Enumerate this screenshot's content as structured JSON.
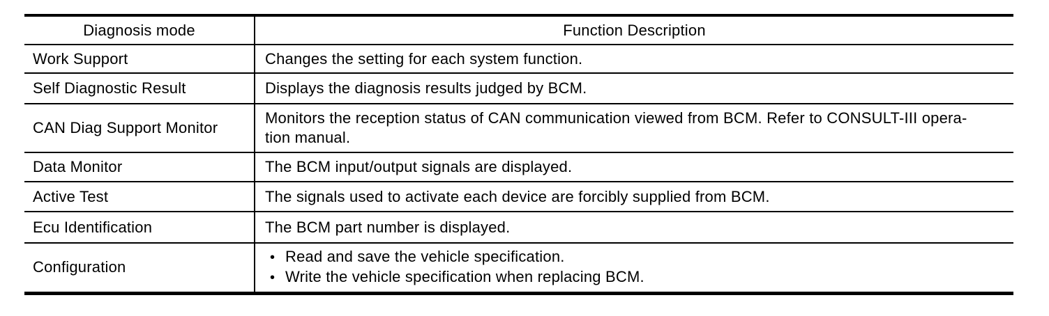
{
  "document": {
    "table": {
      "headers": {
        "mode": "Diagnosis mode",
        "description": "Function Description"
      },
      "bullet": "•",
      "rows": [
        {
          "mode": "Work Support",
          "desc": "Changes the setting for each system function."
        },
        {
          "mode": "Self Diagnostic Result",
          "desc": "Displays the diagnosis results judged by BCM."
        },
        {
          "mode": "CAN Diag Support Monitor",
          "desc_lines": [
            "Monitors the reception status of CAN communication viewed from BCM. Refer to CONSULT-III opera-",
            "tion manual."
          ]
        },
        {
          "mode": "Data Monitor",
          "desc": "The BCM input/output signals are displayed."
        },
        {
          "mode": "Active Test",
          "desc": "The signals used to activate each device are forcibly supplied from BCM."
        },
        {
          "mode": "Ecu Identification",
          "desc": "The BCM part number is displayed."
        },
        {
          "mode": "Configuration",
          "desc_bullets": [
            "Read and save the vehicle specification.",
            "Write the vehicle specification when replacing BCM."
          ]
        }
      ]
    }
  }
}
